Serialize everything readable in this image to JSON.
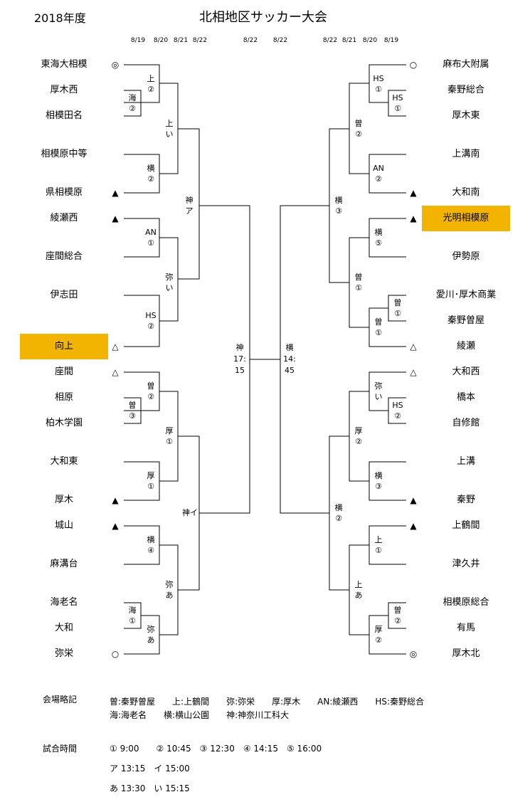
{
  "header": {
    "year": "2018年度",
    "title": "北相地区サッカー大会"
  },
  "dates": {
    "left": [
      "8/19",
      "8/20",
      "8/21",
      "8/22",
      "8/22"
    ],
    "right": [
      "8/22",
      "8/22",
      "8/21",
      "8/20",
      "8/19"
    ]
  },
  "left_teams": [
    "東海大相模",
    "厚木西",
    "相模田名",
    "相模原中等",
    "県相模原",
    "綾瀬西",
    "座間総合",
    "伊志田",
    "向上",
    "座間",
    "相原",
    "柏木学園",
    "大和東",
    "厚木",
    "城山",
    "麻溝台",
    "海老名",
    "大和",
    "弥栄"
  ],
  "right_teams": [
    "麻布大附属",
    "秦野総合",
    "厚木東",
    "上溝南",
    "大和南",
    "光明相模原",
    "伊勢原",
    "愛川･厚木商業",
    "秦野曽屋",
    "綾瀬",
    "大和西",
    "橋本",
    "自修館",
    "上溝",
    "秦野",
    "上鶴間",
    "津久井",
    "相模原総合",
    "有馬",
    "厚木北"
  ],
  "left_marks": [
    "◎",
    "▲",
    "▲",
    "△",
    "△",
    "▲",
    "▲",
    "○"
  ],
  "right_marks": [
    "○",
    "▲",
    "▲",
    "△",
    "△",
    "▲",
    "▲",
    "◎"
  ],
  "left_codes": [
    "上",
    "②",
    "海",
    "②",
    "上",
    "い",
    "横",
    "②",
    "神",
    "ア",
    "AN",
    "①",
    "弥",
    "い",
    "HS",
    "②",
    "曽",
    "②",
    "曽",
    "③",
    "厚",
    "①",
    "厚",
    "①",
    "神イ",
    "横",
    "④",
    "弥",
    "あ",
    "海",
    "①",
    "弥",
    "あ"
  ],
  "right_codes": [
    "HS",
    "①",
    "HS",
    "①",
    "曽",
    "②",
    "AN",
    "②",
    "横",
    "③",
    "横",
    "⑤",
    "曽",
    "①",
    "曽",
    "①",
    "曽",
    "①",
    "弥",
    "い",
    "HS",
    "②",
    "厚",
    "②",
    "横",
    "③",
    "横",
    "②",
    "上",
    "①",
    "上",
    "あ",
    "曽",
    "②",
    "厚",
    "②"
  ],
  "final": {
    "left_code": "神",
    "left_time_1": "17:",
    "left_time_2": "15",
    "right_code": "横",
    "right_time_1": "14:",
    "right_time_2": "45"
  },
  "legend": {
    "venue_label": "会場略記",
    "venue_line_1": "曽:秦野曽屋　　上:上鶴間　　弥:弥栄　　厚:厚木　　AN:綾瀬西　　HS:秦野総合",
    "venue_line_2": "海:海老名　　横:横山公園　　神:神奈川工科大",
    "time_label": "試合時間",
    "time_line_1": "① 9:00　　② 10:45　③ 12:30　④ 14:15　⑤ 16:00",
    "time_line_2": "ア 13:15　イ 15:00",
    "time_line_3": "あ 13:30　い 15:15"
  }
}
